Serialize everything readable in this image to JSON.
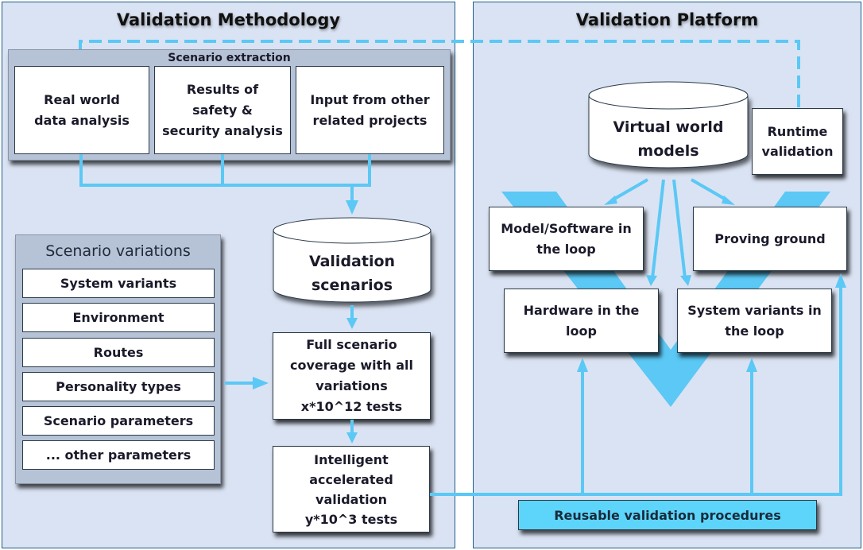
{
  "colors": {
    "panel_bg": "#dae3f3",
    "panel_border": "#1f5f8b",
    "group_bg": "#b6c2d6",
    "arrow": "#5bc8f5",
    "reuse_bg": "#5dd5fb"
  },
  "methodology": {
    "title": "Validation Methodology",
    "scenario_extraction": {
      "title": "Scenario extraction",
      "sources": [
        "Real world\ndata analysis",
        "Results of\nsafety &\nsecurity analysis",
        "Input from other\nrelated projects"
      ]
    },
    "scenario_variations": {
      "title": "Scenario variations",
      "items": [
        "System variants",
        "Environment",
        "Routes",
        "Personality types",
        "Scenario parameters",
        "... other parameters"
      ]
    },
    "validation_scenarios": "Validation\nscenarios",
    "full_coverage": "Full scenario\ncoverage with all\nvariations\nx*10^12 tests",
    "intelligent": "Intelligent\naccelerated\nvalidation\ny*10^3 tests"
  },
  "platform": {
    "title": "Validation Platform",
    "virtual_world": "Virtual world\nmodels",
    "runtime": "Runtime\nvalidation",
    "model_sil": "Model/Software in\nthe loop",
    "proving_ground": "Proving ground",
    "hil": "Hardware in the\nloop",
    "system_variants_loop": "System variants in\nthe loop",
    "reusable": "Reusable validation procedures"
  }
}
